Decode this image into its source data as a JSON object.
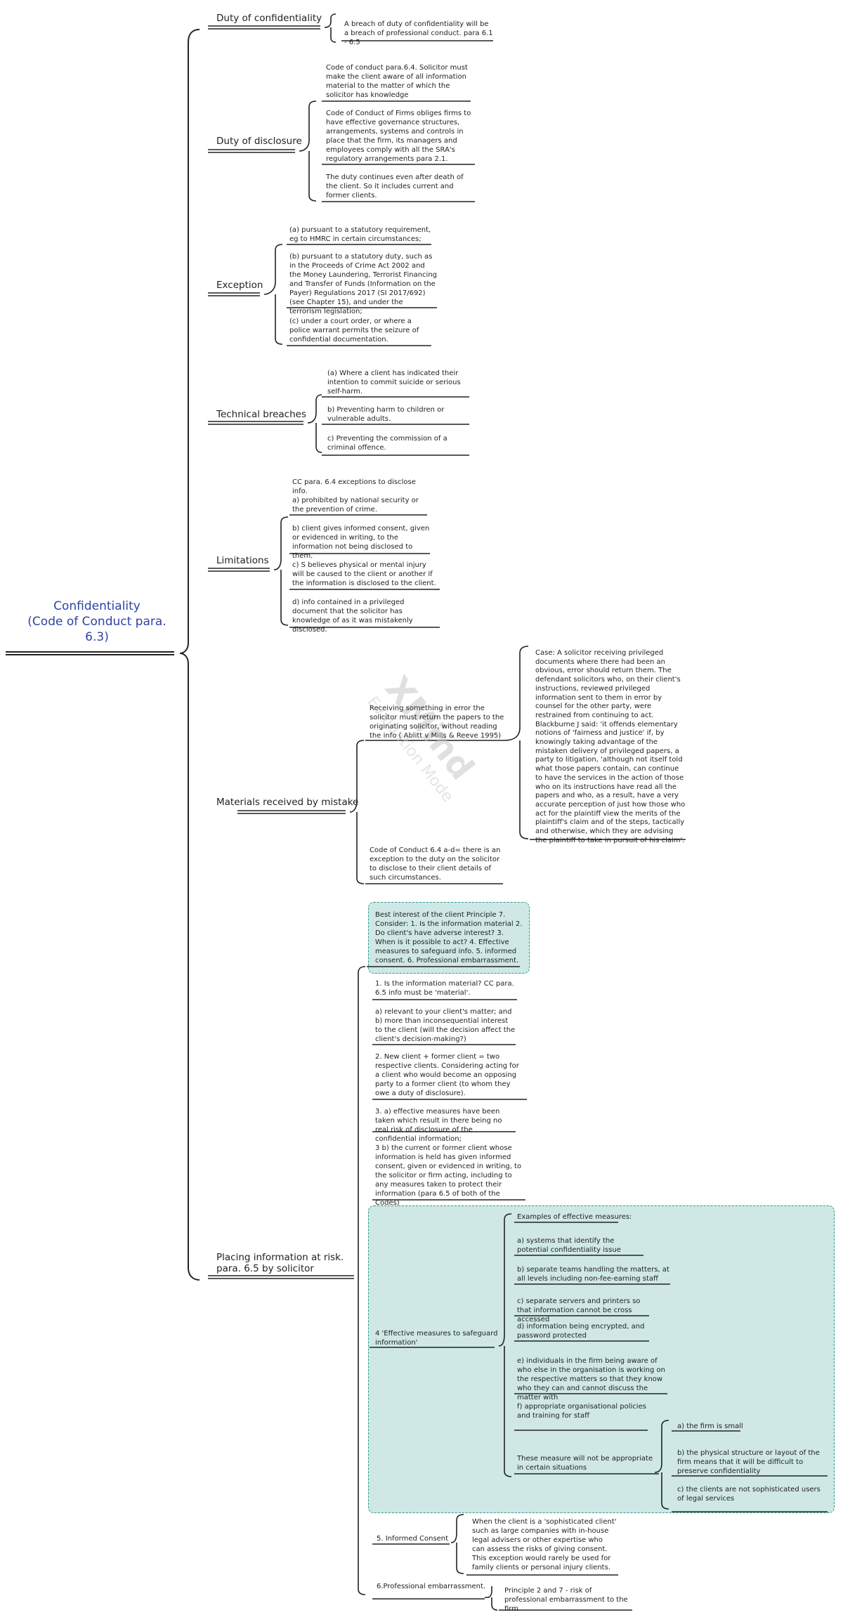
{
  "root": {
    "label": "Confidentiality\n(Code of Conduct para.\n6.3)"
  },
  "branches": {
    "duty_confidentiality": {
      "label": "Duty of confidentiality",
      "notes": [
        "A breach of duty of confidentiality will be a breach of professional conduct. para 6.1 - 6.5"
      ]
    },
    "duty_disclosure": {
      "label": "Duty of disclosure",
      "notes": [
        "Code of conduct para.6.4. Solicitor must make the client aware of all information material to the matter of which the solicitor has knowledge",
        "Code of Conduct of Firms obliges firms to have effective governance structures, arrangements, systems and controls in place that the firm, its managers and employees comply with all the SRA's regulatory arrangements para 2.1.",
        "The duty continues even after death of the client. So it includes current and former clients."
      ]
    },
    "exception": {
      "label": "Exception",
      "notes": [
        "(a) pursuant to a statutory requirement, eg to HMRC in certain circumstances;",
        "(b) pursuant to a statutory duty, such as in the Proceeds of Crime Act 2002 and the Money Laundering, Terrorist Financing and Transfer of Funds (Information on the Payer) Regulations 2017 (SI 2017/692) (see Chapter 15), and under the terrorism legislation;",
        "(c) under a court order, or where a police warrant permits the seizure of confidential documentation."
      ]
    },
    "technical_breaches": {
      "label": "Technical breaches",
      "notes": [
        "(a) Where a client has indicated their intention to commit suicide or serious self-harm.",
        "b) Preventing harm to children or vulnerable adults.",
        "c) Preventing the commission of a criminal offence."
      ]
    },
    "limitations": {
      "label": "Limitations",
      "notes": [
        "CC para. 6.4 exceptions to disclose info.\n a) prohibited by national security or the prevention of crime.",
        "b) client gives informed consent, given or evidenced in writing, to the information not being disclosed to them.",
        "c) S believes physical or mental injury will be caused to the client or another if the information is disclosed to the client.",
        "d) info contained in a privileged document that the solicitor has knowledge of as it was mistakenly disclosed."
      ]
    },
    "materials": {
      "label": "Materials received by mistake",
      "notes": [
        "Receiving something in error the solicitor must return the papers to the originating solicitor, without reading the info ( Ablitt v Mills & Reeve 1995)",
        "Code of Conduct 6.4 a-d= there is an exception to the duty on the solicitor to disclose to their client details of such circumstances."
      ],
      "case": "Case: A solicitor receiving privileged documents where there had been an obvious, error should return them. The defendant solicitors who, on their client's instructions, reviewed privileged information sent to them in error by counsel for the other party, were restrained from continuing to act. Blackburne J said: 'it offends elementary notions of 'fairness and justice' if, by knowingly taking advantage of the mistaken delivery of privileged papers, a party to litigation, 'although not itself told what those papers contain, can continue to have the services in the action of those who on its instructions have read all the papers and who, as a result, have a very accurate perception of just how those who act for the plaintiff view the merits of the plaintiff's claim and of the steps, tactically and otherwise, which they are advising the plaintiff to take in pursuit of his claim'."
    },
    "placing": {
      "label": "Placing information at risk.\npara. 6.5 by solicitor",
      "best_interest": "Best interest of the client Principle 7. Consider: 1. Is the information material 2. Do client's have adverse interest? 3. When is it possible to act? 4. Effective measures to safeguard info. 5. informed consent. 6. Professional embarrassment.",
      "notes": [
        "1. Is the information material? CC para. 6.5 info must be 'material'.",
        "a) relevant to your client's matter; and b) more than inconsequential interest to the client (will the decision affect the client's decision-making?)",
        "2. New client + former client = two respective clients. Considering acting for a client who  would become an opposing party to a former client (to whom they owe a duty of disclosure).",
        "3. a) effective measures have been taken which result in there being no real risk of disclosure of the confidential information;",
        "3 b) the current or former client whose information is held has given informed consent, given or evidenced in writing, to the solicitor or firm acting, including to any measures taken to protect their information (para 6.5 of both of the Codes)"
      ],
      "effective": {
        "label": "4 'Effective measures to safeguard information'",
        "items": [
          "Examples of effective measures:",
          "a) systems that identify the potential confidentiality issue",
          "b) separate teams handling the matters, at all levels including non-fee-earning staff",
          "c) separate servers and printers so that information cannot be cross accessed",
          "d) information being encrypted, and password protected",
          "e) individuals in the firm being aware of who else in the organisation is working on the respective matters so that they know who they can and cannot discuss the matter with",
          "f) appropriate organisational policies and training for staff"
        ],
        "not_appropriate": "These measure will not be appropriate in certain situations",
        "situations": [
          "a) the firm is small",
          "b) the physical structure or layout of the firm means that it will be difficult to preserve confidentiality",
          "c) the clients are not sophisticated users of legal services"
        ]
      },
      "informed_consent": {
        "label": "5. Informed Consent",
        "note": "When the client is a 'sophisticated client' such as large companies with in-house legal advisers or other expertise who can assess the risks of giving consent. This exception would rarely be used for family clients or personal injury clients."
      },
      "embarrassment": {
        "label": "6.Professional embarrassment.",
        "note": "Principle 2 and 7 - risk of professional embarrassment to the firm"
      }
    }
  },
  "watermark": {
    "brand": "XMind",
    "mode": "Evaluation Mode"
  },
  "colors": {
    "root_text": "#2e43a5",
    "line": "#222222",
    "highlight_fill": "#cfe8e5",
    "highlight_border": "#2a9d8f"
  }
}
